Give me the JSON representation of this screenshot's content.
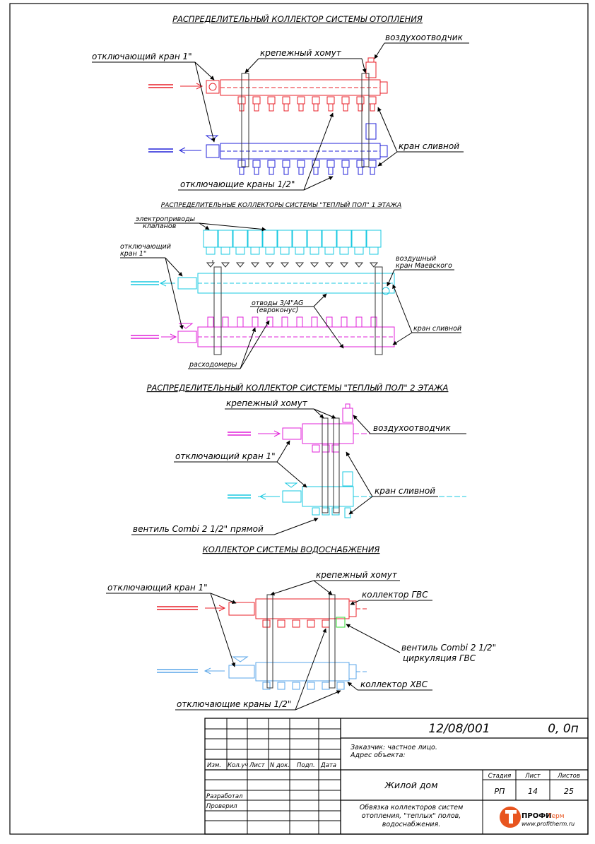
{
  "sections": {
    "heating": {
      "title": "РАСПРЕДЕЛИТЕЛЬНЫЙ КОЛЛЕКТОР СИСТЕМЫ ОТОПЛЕНИЯ",
      "labels": {
        "shutoff_valve": "отключающий кран 1\"",
        "bracket": "крепежный хомут",
        "air_vent": "воздухоотводчик",
        "drain_valve": "кран сливной",
        "shutoff_valves_half": "отключающие краны 1/2\""
      },
      "colors": {
        "supply": "#e8202a",
        "return": "#2323d8"
      }
    },
    "floor1": {
      "title": "РАСПРЕДЕЛИТЕЛЬНЫЕ КОЛЛЕКТОРЫ СИСТЕМЫ \"ТЕПЛЫЙ ПОЛ\" 1 ЭТАЖА",
      "labels": {
        "actuators_l1": "электроприводы",
        "actuators_l2": "клапанов",
        "shutoff_l1": "отключающий",
        "shutoff_l2": "кран 1\"",
        "air_l1": "воздушный",
        "air_l2": "кран Маевского",
        "outlets_l1": "отводы 3/4\"AG",
        "outlets_l2": "(евроконус)",
        "drain_valve": "кран сливной",
        "flowmeters": "расходомеры"
      },
      "colors": {
        "supply": "#18c8e0",
        "return": "#e020d8"
      }
    },
    "floor2": {
      "title": "РАСПРЕДЕЛИТЕЛЬНЫЙ КОЛЛЕКТОР СИСТЕМЫ \"ТЕПЛЫЙ ПОЛ\" 2 ЭТАЖА",
      "labels": {
        "bracket": "крепежный хомут",
        "air_vent": "воздухоотводчик",
        "shutoff_valve": "отключающий кран 1\"",
        "drain_valve": "кран сливной",
        "combi_valve": "вентиль Combi 2 1/2\" прямой"
      },
      "colors": {
        "supply": "#e020d8",
        "return": "#18c8e0"
      }
    },
    "water": {
      "title": "КОЛЛЕКТОР СИСТЕМЫ ВОДОСНАБЖЕНИЯ",
      "labels": {
        "bracket": "крепежный хомут",
        "shutoff_valve": "отключающий кран 1\"",
        "hot_collector": "коллектор ГВС",
        "combi_l1": "вентиль Combi 2   1/2\"",
        "combi_l2": "циркуляция ГВС",
        "cold_collector": "коллектор ХВС",
        "shutoff_valves_half": "отключающие краны 1/2\""
      },
      "colors": {
        "hot": "#e8202a",
        "cold": "#5aa6e8",
        "combi": "#33dd33"
      }
    }
  },
  "stamp": {
    "code": "12/08/001",
    "revision": "0, 0п",
    "customer": "Заказчик: частное лицо.",
    "address": "Адрес объекта:",
    "headers": [
      "Изм.",
      "Кол.уч",
      "Лист",
      "N док.",
      "Подп.",
      "Дата"
    ],
    "developed": "Разработал",
    "checked": "Проверил",
    "object": "Жилой дом",
    "drawing_l1": "Обвязка коллекторов систем",
    "drawing_l2": "отопления, \"теплых\" полов,",
    "drawing_l3": "водоснабжения.",
    "stage_h": "Стадия",
    "sheet_h": "Лист",
    "sheets_h": "Листов",
    "stage": "РП",
    "sheet": "14",
    "sheets": "25",
    "logo_brand": "ПРОФИ",
    "logo_suffix": "Терм",
    "logo_url": "www.profitherm.ru"
  }
}
